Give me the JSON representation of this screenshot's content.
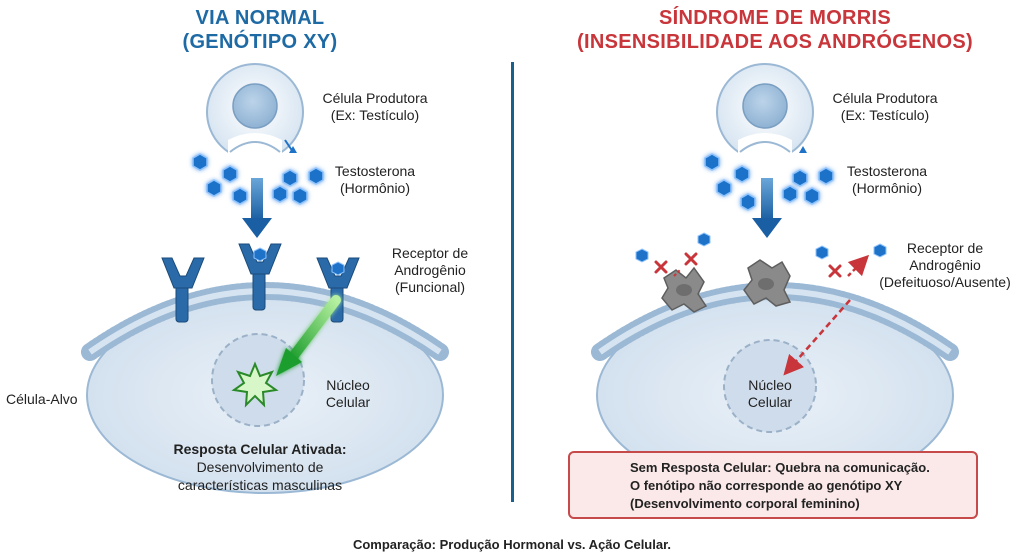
{
  "left": {
    "title_line1": "VIA NORMAL",
    "title_line2": "(GENÓTIPO XY)",
    "producer_line1": "Célula Produtora",
    "producer_line2": "(Ex: Testículo)",
    "hormone_line1": "Testosterona",
    "hormone_line2": "(Hormônio)",
    "receptor_line1": "Receptor de",
    "receptor_line2": "Androgênio",
    "receptor_line3": "(Funcional)",
    "target_cell": "Célula-Alvo",
    "nucleus_line1": "Núcleo",
    "nucleus_line2": "Celular",
    "response_bold": "Resposta Celular Ativada:",
    "response_line1": "Desenvolvimento de",
    "response_line2": "características masculinas"
  },
  "right": {
    "title_line1": "SÍNDROME DE MORRIS",
    "title_line2": "(INSENSIBILIDADE AOS ANDRÓGENOS)",
    "producer_line1": "Célula Produtora",
    "producer_line2": "(Ex: Testículo)",
    "hormone_line1": "Testosterona",
    "hormone_line2": "(Hormônio)",
    "receptor_line1": "Receptor de",
    "receptor_line2": "Androgênio",
    "receptor_line3": "(Defeituoso/Ausente)",
    "nucleus_line1": "Núcleo",
    "nucleus_line2": "Celular",
    "alert_line1": "Sem Resposta Celular: Quebra na comunicação.",
    "alert_line2": "O fenótipo não corresponde ao genótipo XY",
    "alert_line3": "(Desenvolvimento corporal feminino)"
  },
  "footer": "Comparação: Produção Hormonal vs. Ação Celular.",
  "colors": {
    "blue_title": "#1d6aa5",
    "red_title": "#c8353a",
    "divider": "#1b5f8c",
    "cell_fill": "#d9e6f2",
    "hormone": "#1e72c8",
    "receptor": "#2b6aa8",
    "defect_receptor": "#8a8a8a",
    "signal_green": "#3fbf3f",
    "alert_border": "#c74a4a"
  },
  "icons": [
    "broken-chain-icon",
    "cross-mark-icon",
    "arrow-icon",
    "starburst-icon"
  ]
}
